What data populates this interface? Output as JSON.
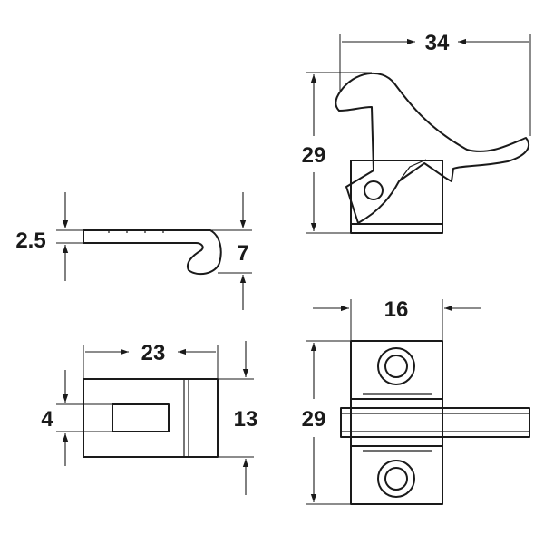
{
  "dimensions": {
    "top_width": "34",
    "top_height": "29",
    "side_thickness": "2.5",
    "side_height": "7",
    "keep_width": "23",
    "keep_height": "13",
    "keep_slot": "4",
    "base_width": "16",
    "base_height": "29"
  }
}
